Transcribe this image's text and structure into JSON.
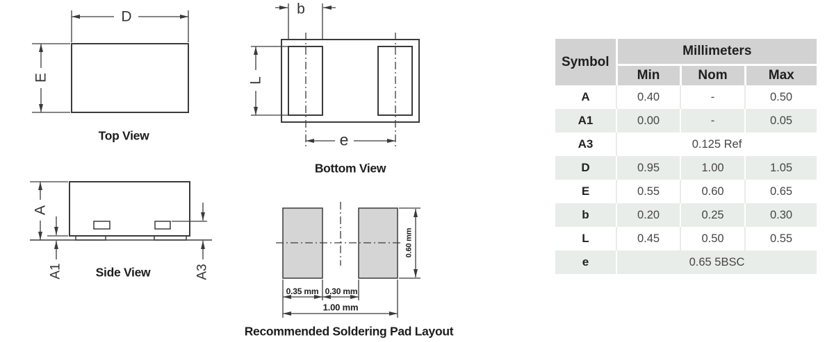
{
  "views": {
    "top": {
      "caption": "Top View",
      "dim_d": "D",
      "dim_e": "E"
    },
    "bottom": {
      "caption": "Bottom View",
      "dim_b": "b",
      "dim_l": "L",
      "dim_e": "e"
    },
    "side": {
      "caption": "Side View",
      "dim_a": "A",
      "dim_a1": "A1",
      "dim_a3": "A3"
    },
    "pad_layout": {
      "caption": "Recommended Soldering Pad Layout",
      "dim_pad_width": "0.35 mm",
      "dim_gap": "0.30 mm",
      "dim_total_width": "1.00 mm",
      "dim_height": "0.60 mm"
    }
  },
  "table": {
    "header": {
      "symbol": "Symbol",
      "units": "Millimeters",
      "min": "Min",
      "nom": "Nom",
      "max": "Max"
    },
    "rows": [
      {
        "symbol": "A",
        "min": "0.40",
        "nom": "-",
        "max": "0.50"
      },
      {
        "symbol": "A1",
        "min": "0.00",
        "nom": "-",
        "max": "0.05"
      },
      {
        "symbol": "A3",
        "span": "0.125 Ref"
      },
      {
        "symbol": "D",
        "min": "0.95",
        "nom": "1.00",
        "max": "1.05"
      },
      {
        "symbol": "E",
        "min": "0.55",
        "nom": "0.60",
        "max": "0.65"
      },
      {
        "symbol": "b",
        "min": "0.20",
        "nom": "0.25",
        "max": "0.30"
      },
      {
        "symbol": "L",
        "min": "0.45",
        "nom": "0.50",
        "max": "0.55"
      },
      {
        "symbol": "e",
        "span": "0.65 5BSC"
      }
    ]
  },
  "colors": {
    "header_gray": "#d2d2d2",
    "row_shade": "#e9ede9",
    "line": "#3a3a3a",
    "pad_fill": "#d5d5d5"
  }
}
